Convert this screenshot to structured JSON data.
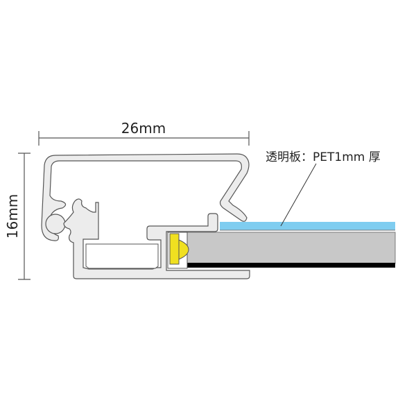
{
  "diagram": {
    "type": "cross-section",
    "dimensions": {
      "width_label": "26mm",
      "height_label": "16mm"
    },
    "callout": {
      "label": "透明板：PET1mm 厚"
    },
    "colors": {
      "frame_fill": "#ececec",
      "frame_stroke": "#555555",
      "pet_sheet": "#7fcdf0",
      "panel": "#c8c8c8",
      "backing": "#000000",
      "led": "#f0e020",
      "dimension_line": "#555555"
    }
  }
}
